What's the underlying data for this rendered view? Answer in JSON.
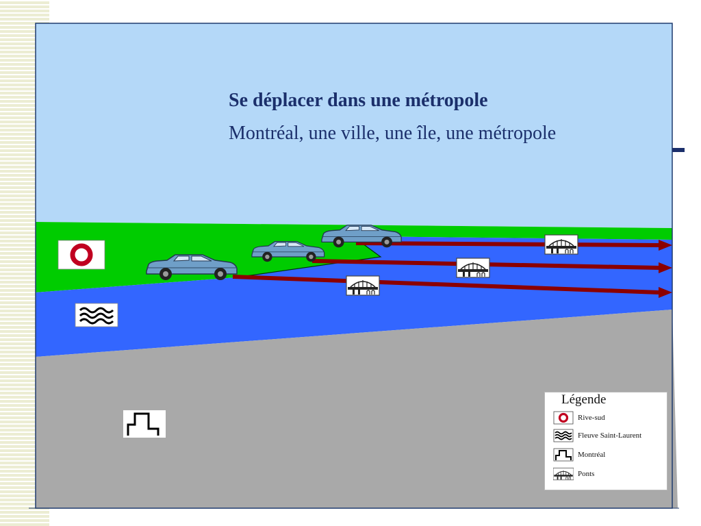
{
  "slide": {
    "title": "Se déplacer dans une métropole",
    "subtitle": "Montréal, une ville, une île, une métropole"
  },
  "colors": {
    "sky": "#b4d8f8",
    "rive_sud_land": "#00cc00",
    "fleuve": "#3366ff",
    "montreal_land": "#a9a9a9",
    "arrow": "#8b0000",
    "title_text": "#1b2f6b"
  },
  "legend": {
    "title": "Légende",
    "items": [
      {
        "icon": "ring-icon",
        "label": "Rive-sud"
      },
      {
        "icon": "waves-icon",
        "label": "Fleuve Saint-Laurent"
      },
      {
        "icon": "stepped-outline-icon",
        "label": "Montréal"
      },
      {
        "icon": "bridge-icon",
        "label": "Ponts"
      }
    ]
  }
}
